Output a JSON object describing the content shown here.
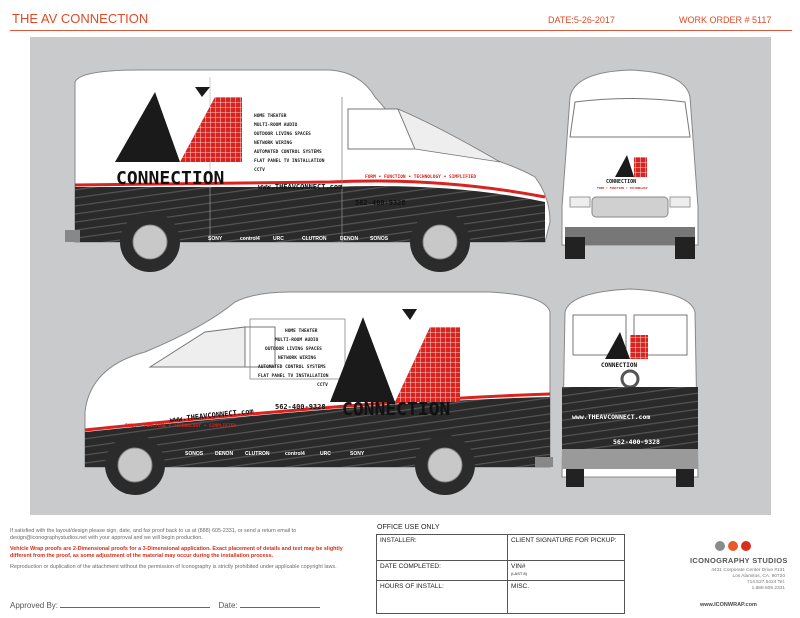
{
  "header": {
    "title": "THE AV CONNECTION",
    "date": "DATE:5-26-2017",
    "work_order": "WORK ORDER # 5117"
  },
  "wrap": {
    "brand_main": "CONNECTION",
    "tagline": "FORM • FUNCTION • TECHNOLOGY • SIMPLIFIED",
    "website": "www.THEAVCONNECT.com",
    "phone": "562-400-9328",
    "services": [
      "HOME THEATER",
      "MULTI-ROOM AUDIO",
      "OUTDOOR LIVING SPACES",
      "NETWORK WIRING",
      "AUTOMATED CONTROL SYSTEMS",
      "FLAT PANEL TV INSTALLATION",
      "CCTV"
    ],
    "partners": [
      "SONY",
      "control4",
      "URC",
      "CLUTRON",
      "DENON",
      "SONOS"
    ]
  },
  "notes": {
    "line1": "If satisfied with the layout/design please sign, date, and fax proof back to us at (888) 605-2331, or send a return email to design@iconographystudios.net with your approval and we will begin production.",
    "line2": "Vehicle Wrap proofs are 2-Dimensional proofs for a 3-Dimensional application. Exact placement of details and text may be slightly different from the proof, as some adjustment of the material may occur during the installation process.",
    "line3": "Reproduction or duplication of the attachment without the permission of Iconography  is strictly prohibited under applicable  copyright laws."
  },
  "approval": {
    "approved_by": "Approved By:",
    "date": "Date:"
  },
  "office": {
    "heading": "OFFICE USE ONLY",
    "installer": "INSTALLER:",
    "client_signature": "CLIENT SIGNATURE FOR PICKUP:",
    "date_completed": "DATE COMPLETED:",
    "vin": "VIN#",
    "vin_sub": "(LAST 8)",
    "hours": "HOURS OF INSTALL:",
    "misc": "MISC."
  },
  "studio": {
    "name": "ICONOGRAPHY STUDIOS",
    "address1": "4431 Corporate Center Drive #131",
    "address2": "Los Alamitos, CA. 90720",
    "tel": "714.527.5424 Tel.",
    "phone2": "1.888.605.2331",
    "web": "www.ICONWRAP.com"
  },
  "colors": {
    "accent": "#e04a26",
    "logo_red": "#d8231f",
    "dot_gray": "#8b8b8b",
    "dot_orange": "#e85a2a",
    "dot_red": "#d8301f"
  }
}
